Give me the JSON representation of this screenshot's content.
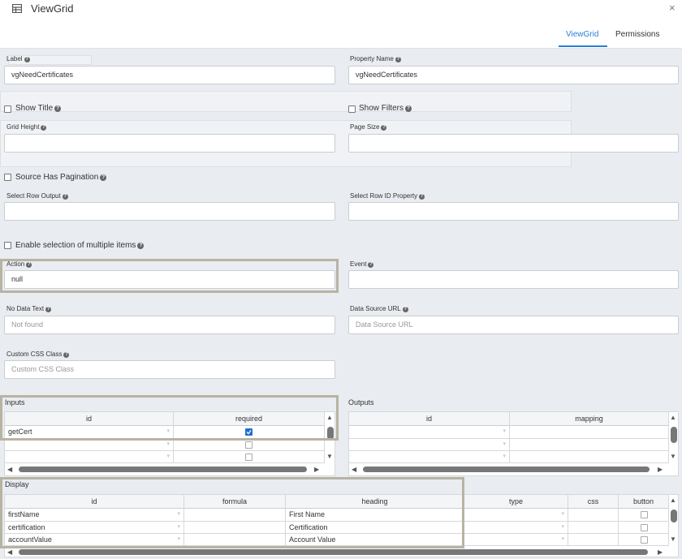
{
  "header": {
    "title": "ViewGrid",
    "close": "×",
    "tabs": [
      {
        "label": "ViewGrid",
        "active": true
      },
      {
        "label": "Permissions",
        "active": false
      }
    ]
  },
  "form": {
    "label": {
      "label": "Label",
      "value": "vgNeedCertificates"
    },
    "property_name": {
      "label": "Property Name",
      "value": "vgNeedCertificates"
    },
    "show_title": {
      "label": "Show Title",
      "checked": false
    },
    "show_filters": {
      "label": "Show Filters",
      "checked": false
    },
    "grid_height": {
      "label": "Grid Height",
      "value": ""
    },
    "page_size": {
      "label": "Page Size",
      "value": ""
    },
    "source_has_pagination": {
      "label": "Source Has Pagination",
      "checked": false
    },
    "select_row_output": {
      "label": "Select Row Output",
      "value": ""
    },
    "select_row_id_property": {
      "label": "Select Row ID Property",
      "value": ""
    },
    "enable_multiple": {
      "label": "Enable selection of multiple items",
      "checked": false
    },
    "action": {
      "label": "Action",
      "value": "null"
    },
    "event": {
      "label": "Event",
      "value": ""
    },
    "no_data_text": {
      "label": "No Data Text",
      "placeholder": "Not found"
    },
    "data_source_url": {
      "label": "Data Source URL",
      "placeholder": "Data Source URL"
    },
    "custom_css_class": {
      "label": "Custom CSS Class",
      "placeholder": "Custom CSS Class"
    }
  },
  "inputs": {
    "title": "Inputs",
    "columns": [
      "id",
      "required"
    ],
    "rows": [
      {
        "id": "getCert",
        "required": true
      },
      {
        "id": "",
        "required": false
      },
      {
        "id": "",
        "required": false
      }
    ]
  },
  "outputs": {
    "title": "Outputs",
    "columns": [
      "id",
      "mapping"
    ],
    "rows": [
      {
        "id": "",
        "mapping": ""
      },
      {
        "id": "",
        "mapping": ""
      },
      {
        "id": "",
        "mapping": ""
      }
    ]
  },
  "display": {
    "title": "Display",
    "columns": [
      "id",
      "formula",
      "heading",
      "type",
      "css",
      "button"
    ],
    "rows": [
      {
        "id": "firstName",
        "formula": "",
        "heading": "First Name",
        "type": "",
        "css": "",
        "button": false
      },
      {
        "id": "certification",
        "formula": "",
        "heading": "Certification",
        "type": "",
        "css": "",
        "button": false
      },
      {
        "id": "accountValue",
        "formula": "",
        "heading": "Account Value",
        "type": "",
        "css": "",
        "button": false
      }
    ]
  },
  "icons": {
    "help": "?",
    "dropdown": "▾",
    "check": "✓",
    "grid": "grid-icon"
  },
  "colors": {
    "accent": "#2a7fd4",
    "highlight": "#b8b3a3",
    "background": "#e9ecf0"
  }
}
